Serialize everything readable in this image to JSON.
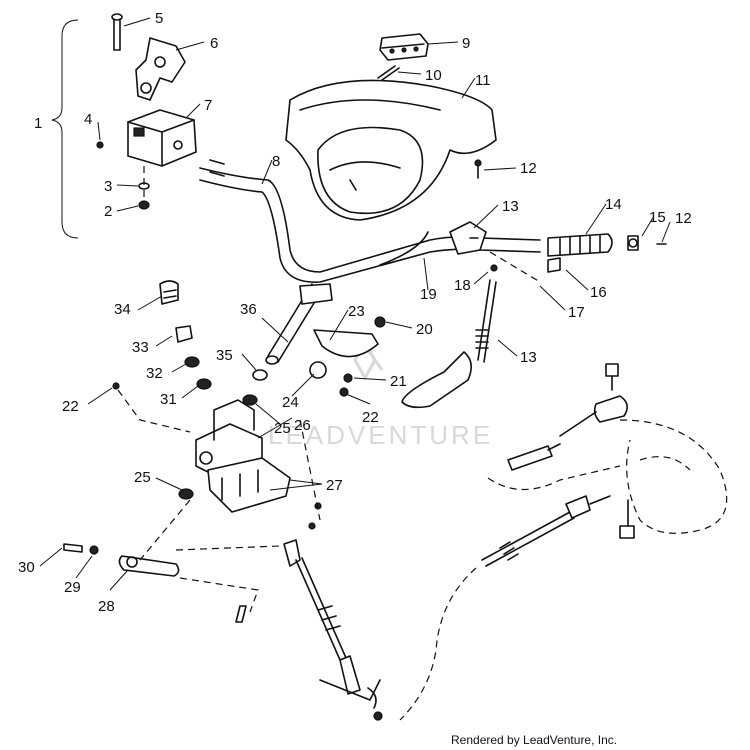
{
  "watermark": "LEADVENTURE",
  "credit": "Rendered by LeadVenture, Inc.",
  "callouts": [
    "1",
    "2",
    "3",
    "4",
    "5",
    "6",
    "7",
    "8",
    "9",
    "10",
    "11",
    "12",
    "12",
    "13",
    "13",
    "14",
    "15",
    "16",
    "17",
    "18",
    "19",
    "20",
    "21",
    "22",
    "22",
    "23",
    "24",
    "25",
    "25",
    "26",
    "27",
    "28",
    "29",
    "30",
    "31",
    "32",
    "33",
    "34",
    "35",
    "36"
  ]
}
